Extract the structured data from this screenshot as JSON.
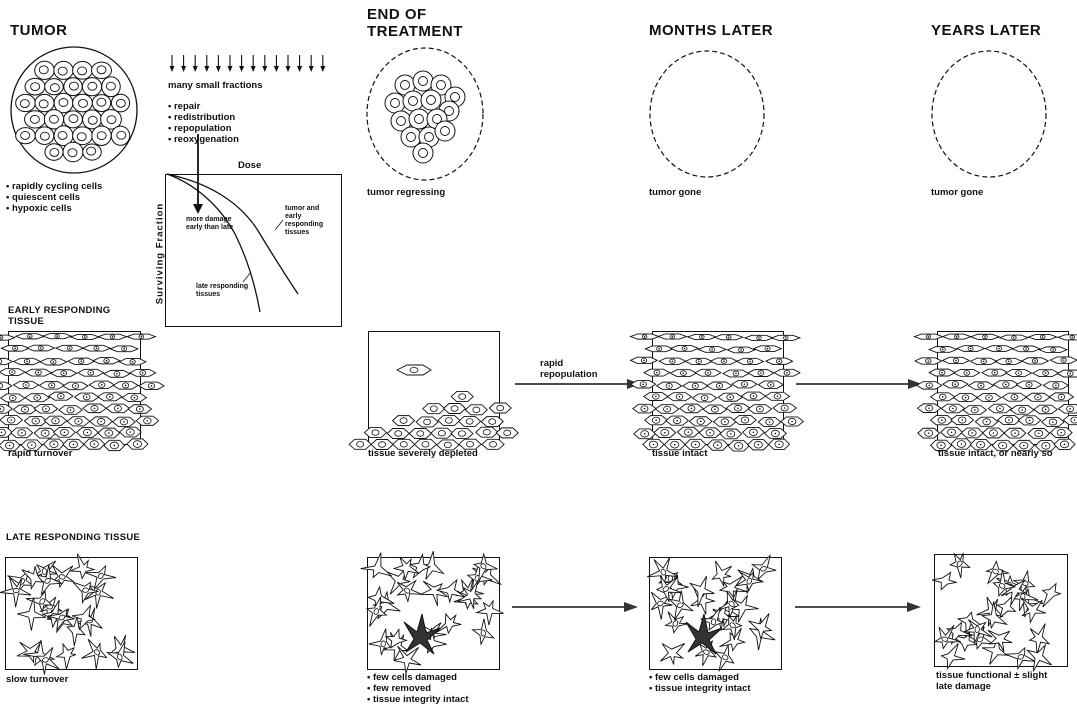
{
  "headings": {
    "tumor": "TUMOR",
    "end_of_treatment": "END OF TREATMENT",
    "months_later": "MONTHS LATER",
    "years_later": "YEARS LATER"
  },
  "fractions_label": "many small fractions",
  "four_rs": [
    "repair",
    "redistribution",
    "repopulation",
    "reoxygenation"
  ],
  "tumor_cell_types": [
    "rapidly cycling cells",
    "quiescent cells",
    "hypoxic cells"
  ],
  "graph": {
    "x_label": "Dose",
    "y_label": "Surviving Fraction",
    "annotation_damage": "more damage early than late",
    "curve_tumor": "tumor and early responding tissues",
    "curve_late": "late responding tissues"
  },
  "tumor_captions": {
    "end": "tumor regressing",
    "months": "tumor gone",
    "years": "tumor gone"
  },
  "early": {
    "row_label": "EARLY RESPONDING TISSUE",
    "initial": "rapid turnover",
    "arrow_label": "rapid repopulation",
    "end": "tissue severely depleted",
    "months": "tissue intact",
    "years": "tissue intact, or nearly so"
  },
  "late": {
    "row_label": "LATE RESPONDING TISSUE",
    "initial": "slow turnover",
    "end_items": [
      "few cells damaged",
      "few removed",
      "tissue integrity intact"
    ],
    "months_items": [
      "few cells damaged",
      "tissue integrity intact"
    ],
    "years": "tissue functional ± slight late damage"
  }
}
